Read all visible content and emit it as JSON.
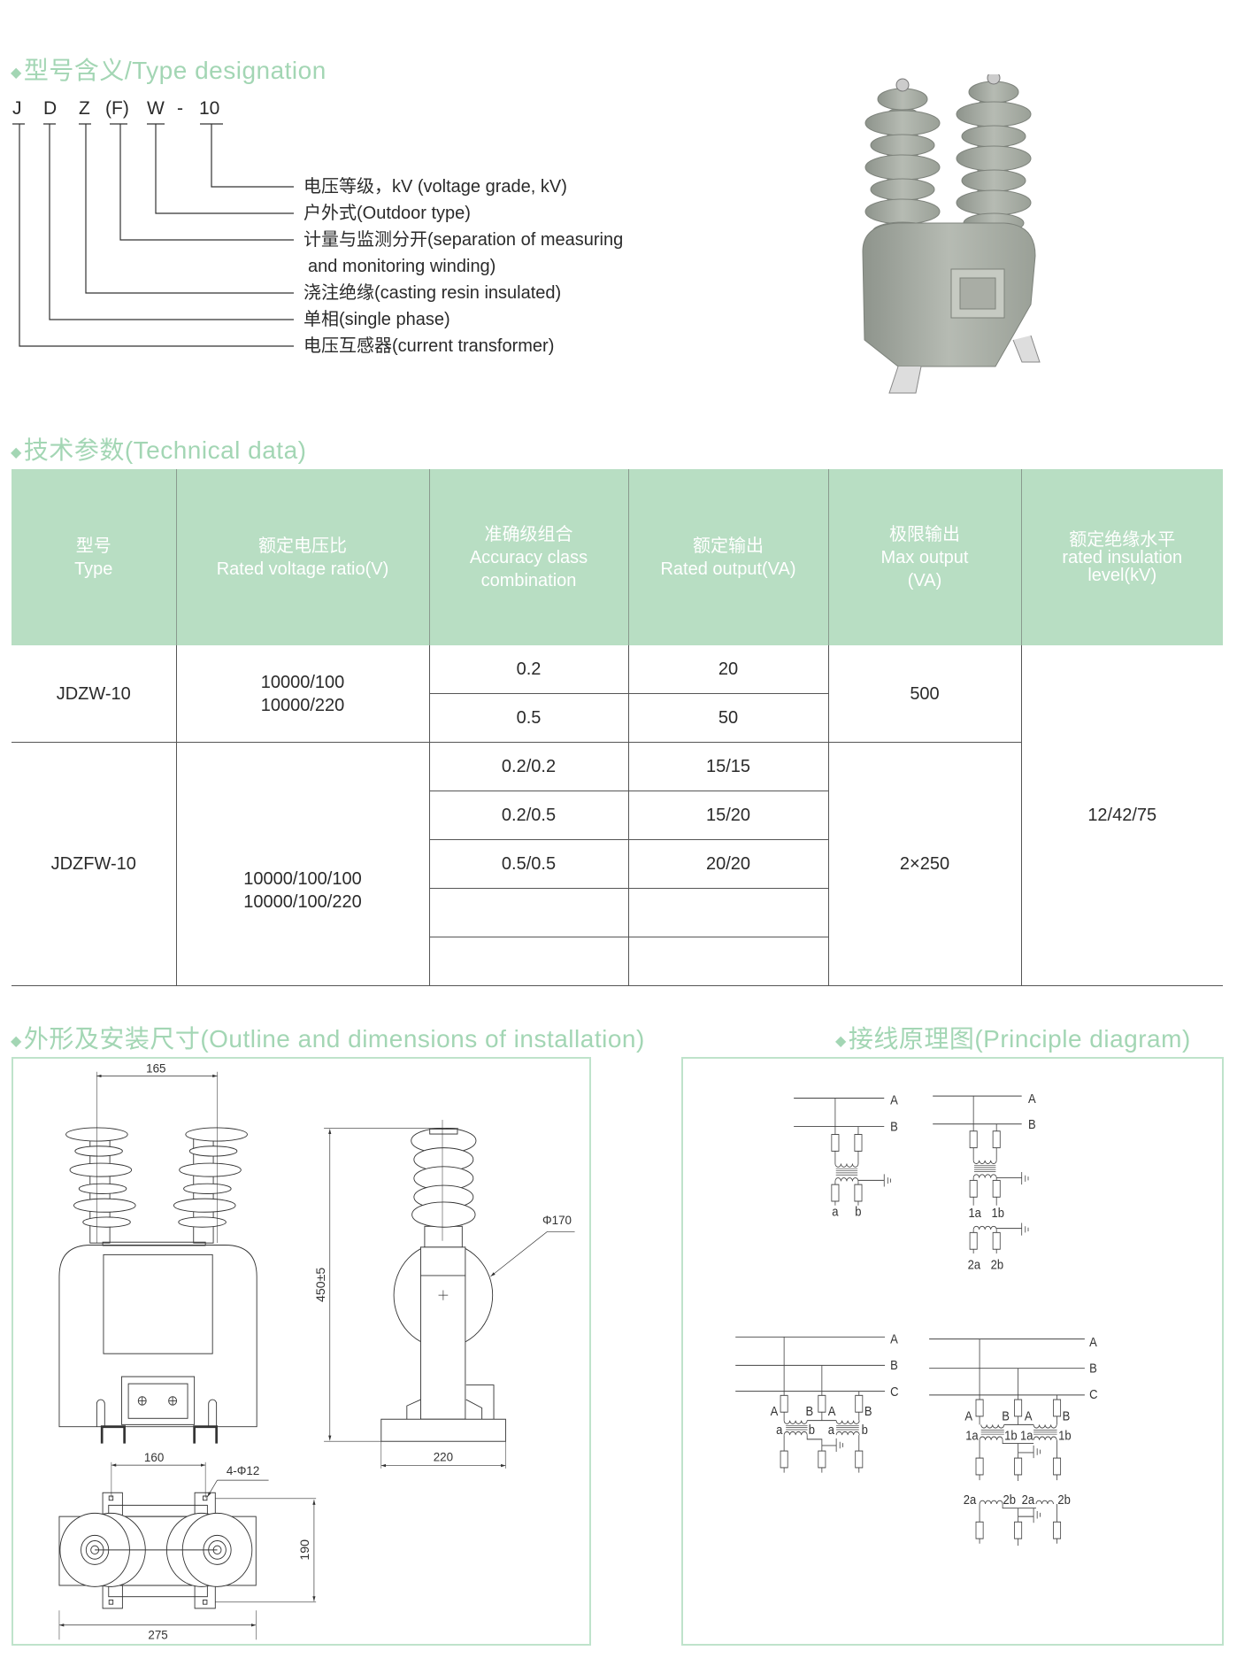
{
  "sections": {
    "type_designation": "型号含义/Type designation",
    "technical_data": "技术参数(Technical data)",
    "outline": "外形及安装尺寸(Outline and dimensions of installation)",
    "principle": "接线原理图(Principle diagram)"
  },
  "bullet": "◆",
  "designation": {
    "code": [
      "J",
      "D",
      "Z",
      "(F)",
      "W",
      "-",
      "10"
    ],
    "meanings": [
      "电压等级，kV (voltage grade, kV)",
      "户外式(Outdoor type)",
      "计量与监测分开(separation of measuring",
      "and monitoring winding)",
      "浇注绝缘(casting resin insulated)",
      "单相(single phase)",
      "电压互感器(current transformer)"
    ]
  },
  "table": {
    "headers": [
      [
        "型号",
        "Type"
      ],
      [
        "额定电压比",
        "Rated voltage ratio(V)"
      ],
      [
        "准确级组合",
        "Accuracy class",
        "combination"
      ],
      [
        "额定输出",
        "Rated output(VA)"
      ],
      [
        "极限输出",
        "Max output",
        "(VA)"
      ],
      [
        "额定绝缘水平",
        "rated insulation",
        "level(kV)"
      ]
    ],
    "rows": [
      {
        "type": "JDZW-10",
        "ratio": [
          "10000/100",
          "10000/220"
        ],
        "max_output": "500",
        "classes": [
          {
            "accuracy": "0.2",
            "output": "20"
          },
          {
            "accuracy": "0.5",
            "output": "50"
          }
        ]
      },
      {
        "type": "JDZFW-10",
        "ratio": [
          "10000/100/100",
          "10000/100/220"
        ],
        "max_output": "2×250",
        "classes": [
          {
            "accuracy": "0.2/0.2",
            "output": "15/15"
          },
          {
            "accuracy": "0.2/0.5",
            "output": "15/20"
          },
          {
            "accuracy": "0.5/0.5",
            "output": "20/20"
          },
          {
            "accuracy": "",
            "output": ""
          },
          {
            "accuracy": "",
            "output": ""
          }
        ]
      }
    ],
    "insulation_level": "12/42/75"
  },
  "outline": {
    "dim_top": "165",
    "dim_bottom_holes": "160",
    "holes": "4-Φ12",
    "dim_depth": "190",
    "dim_width": "275",
    "dim_height": "450±5",
    "dim_circle": "Φ170",
    "dim_base": "220"
  },
  "principle": {
    "phases": [
      "A",
      "B",
      "C"
    ],
    "d1": [
      "a",
      "b"
    ],
    "d2": [
      "1a",
      "1b",
      "2a",
      "2b"
    ],
    "d3": [
      "A",
      "B",
      "A",
      "B",
      "a",
      "b",
      "a",
      "b"
    ],
    "d4": [
      "A",
      "B",
      "A",
      "B",
      "1a",
      "1b",
      "1a",
      "1b",
      "2a",
      "2b",
      "2a",
      "2b"
    ]
  },
  "colors": {
    "accent": "#a3d6b4",
    "header_bg": "#b8dec3",
    "panel_border": "#bfe3cb"
  }
}
